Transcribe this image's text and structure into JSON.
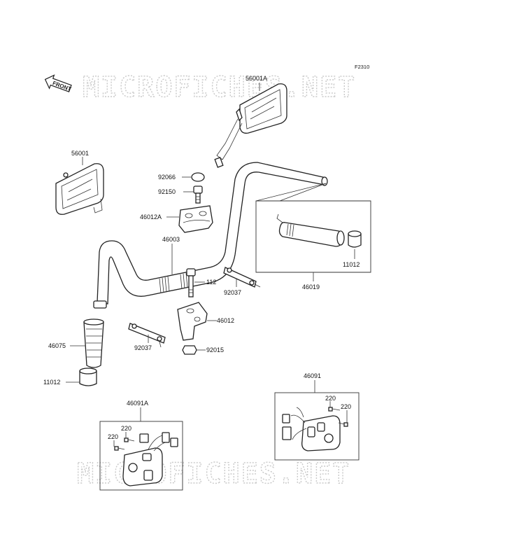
{
  "diagram_code": "F2310",
  "watermark": "MICROFICHES.NET",
  "front_label": "FRONT",
  "labels": {
    "mirror_right": "56001A",
    "mirror_left": "56001",
    "cap": "92066",
    "bolt_small": "92150",
    "holder_upper": "46012A",
    "handlebar": "46003",
    "bolt_long": "112",
    "plate_right": "92037",
    "holder_lower": "46012",
    "plate_left": "92037",
    "nut": "92015",
    "grip_left": "46075",
    "end_left": "11012",
    "throttle_assy": "46019",
    "end_right": "11012",
    "switch_right": "46091",
    "screw_r1": "220",
    "screw_r2": "220",
    "switch_left": "46091A",
    "screw_l1": "220",
    "screw_l2": "220"
  }
}
